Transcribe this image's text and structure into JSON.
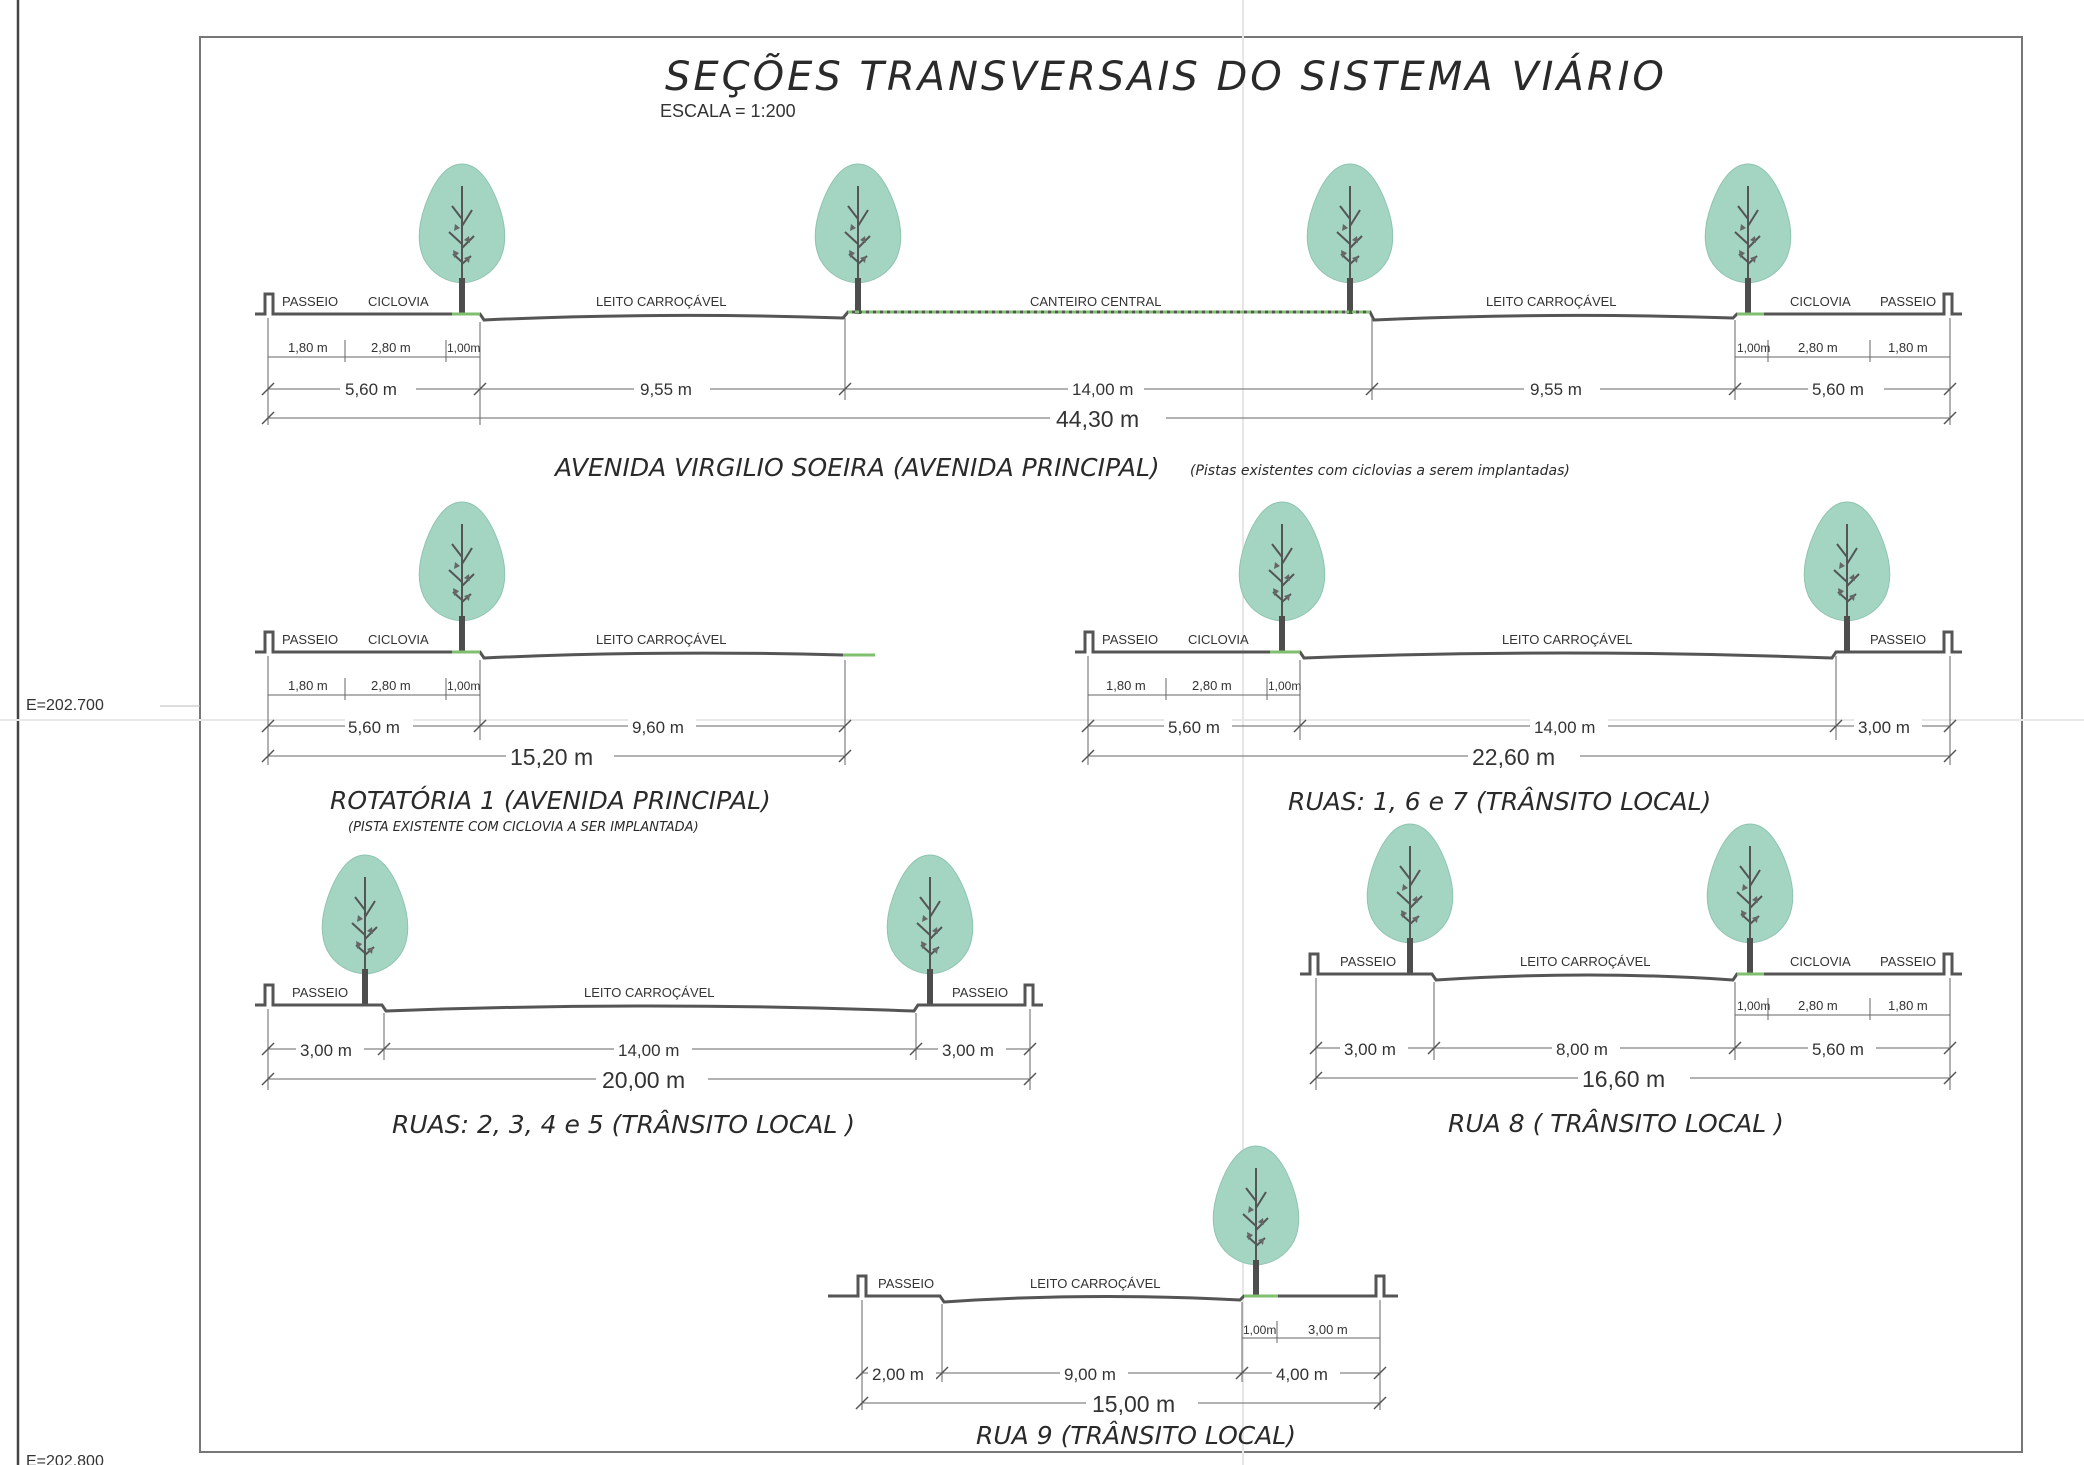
{
  "drawing": {
    "title": "SEÇÕES TRANSVERSAIS DO SISTEMA VIÁRIO",
    "scale": "ESCALA = 1:200",
    "coord_left": "E=202.700",
    "coord_bottom": "E=202.800"
  },
  "sections": {
    "avenida": {
      "caption": "AVENIDA VIRGILIO SOEIRA (AVENIDA PRINCIPAL)",
      "note": "(Pistas existentes com ciclovias a serem implantadas)",
      "labels": {
        "passeio_l": "PASSEIO",
        "ciclovia_l": "CICLOVIA",
        "leito_l": "LEITO CARROÇÁVEL",
        "canteiro": "CANTEIRO CENTRAL",
        "leito_r": "LEITO CARROÇÁVEL",
        "ciclovia_r": "CICLOVIA",
        "passeio_r": "PASSEIO"
      },
      "dims": {
        "s1": "1,80 m",
        "s2": "2,80 m",
        "s3": "1,00m",
        "s4": "1,00m",
        "s5": "2,80 m",
        "s6": "1,80 m",
        "m1": "5,60 m",
        "m2": "9,55 m",
        "m3": "14,00 m",
        "m4": "9,55 m",
        "m5": "5,60 m",
        "total": "44,30 m"
      }
    },
    "rotatoria": {
      "caption": "ROTATÓRIA 1 (AVENIDA PRINCIPAL)",
      "note": "(PISTA EXISTENTE COM CICLOVIA A SER IMPLANTADA)",
      "labels": {
        "passeio": "PASSEIO",
        "ciclovia": "CICLOVIA",
        "leito": "LEITO CARROÇÁVEL"
      },
      "dims": {
        "s1": "1,80 m",
        "s2": "2,80 m",
        "s3": "1,00m",
        "m1": "5,60 m",
        "m2": "9,60 m",
        "total": "15,20 m"
      }
    },
    "ruas167": {
      "caption": "RUAS: 1, 6 e 7 (TRÂNSITO LOCAL)",
      "labels": {
        "passeio_l": "PASSEIO",
        "ciclovia": "CICLOVIA",
        "leito": "LEITO CARROÇÁVEL",
        "passeio_r": "PASSEIO"
      },
      "dims": {
        "s1": "1,80 m",
        "s2": "2,80 m",
        "s3": "1,00m",
        "m1": "5,60 m",
        "m2": "14,00 m",
        "m3": "3,00 m",
        "total": "22,60 m"
      }
    },
    "ruas2345": {
      "caption": "RUAS: 2, 3, 4 e 5 (TRÂNSITO LOCAL )",
      "labels": {
        "passeio_l": "PASSEIO",
        "leito": "LEITO CARROÇÁVEL",
        "passeio_r": "PASSEIO"
      },
      "dims": {
        "m1": "3,00 m",
        "m2": "14,00 m",
        "m3": "3,00 m",
        "total": "20,00 m"
      }
    },
    "rua8": {
      "caption": "RUA 8 ( TRÂNSITO LOCAL )",
      "labels": {
        "passeio_l": "PASSEIO",
        "leito": "LEITO CARROÇÁVEL",
        "ciclovia": "CICLOVIA",
        "passeio_r": "PASSEIO"
      },
      "dims": {
        "s1": "1,00m",
        "s2": "2,80 m",
        "s3": "1,80 m",
        "m1": "3,00 m",
        "m2": "8,00 m",
        "m3": "5,60 m",
        "total": "16,60 m"
      }
    },
    "rua9": {
      "caption": "RUA 9 (TRÂNSITO LOCAL)",
      "labels": {
        "passeio": "PASSEIO",
        "leito": "LEITO CARROÇÁVEL"
      },
      "dims": {
        "s1": "1,00m",
        "s2": "3,00 m",
        "m1": "2,00 m",
        "m2": "9,00 m",
        "m3": "4,00 m",
        "total": "15,00 m"
      }
    }
  },
  "colors": {
    "tree_foliage": "#a3d5c2",
    "tree_trunk": "#4d4d4d",
    "line": "#555555",
    "grass": "#7fbf6f"
  }
}
